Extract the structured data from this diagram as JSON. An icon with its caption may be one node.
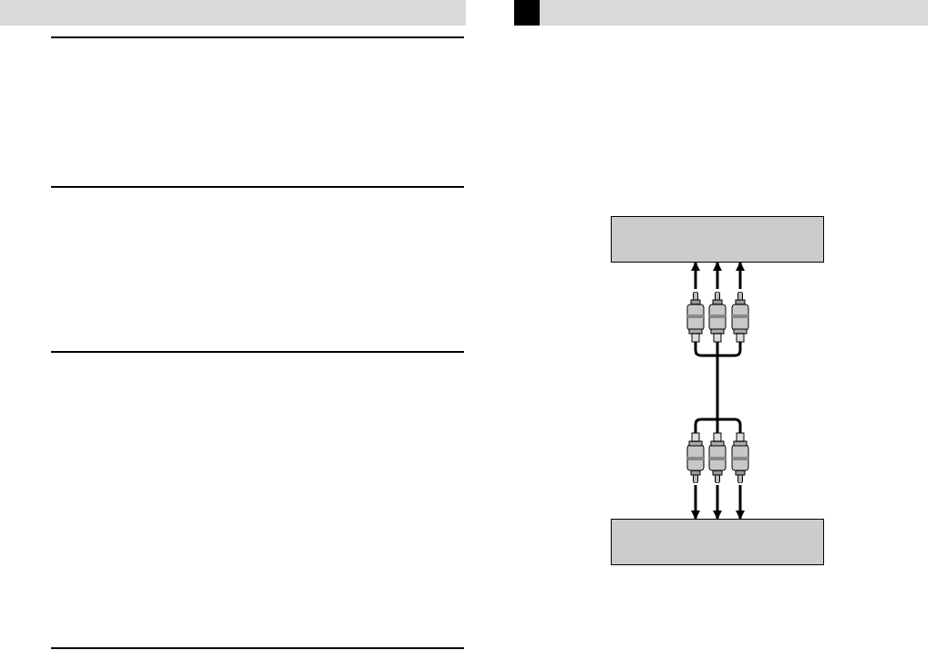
{
  "diagram": {
    "nodes": [
      {
        "text": [],
        "shape": "box"
      },
      {
        "text": [],
        "shape": "cable"
      },
      {
        "text": [],
        "shape": "box"
      }
    ],
    "edges": [
      {
        "from": 1,
        "to": 0,
        "arrow": "to"
      },
      {
        "from": 1,
        "to": 0,
        "arrow": "to"
      },
      {
        "from": 1,
        "to": 0,
        "arrow": "to"
      },
      {
        "from": 1,
        "to": 2,
        "arrow": "to"
      },
      {
        "from": 1,
        "to": 2,
        "arrow": "to"
      },
      {
        "from": 1,
        "to": 2,
        "arrow": "to"
      }
    ]
  }
}
